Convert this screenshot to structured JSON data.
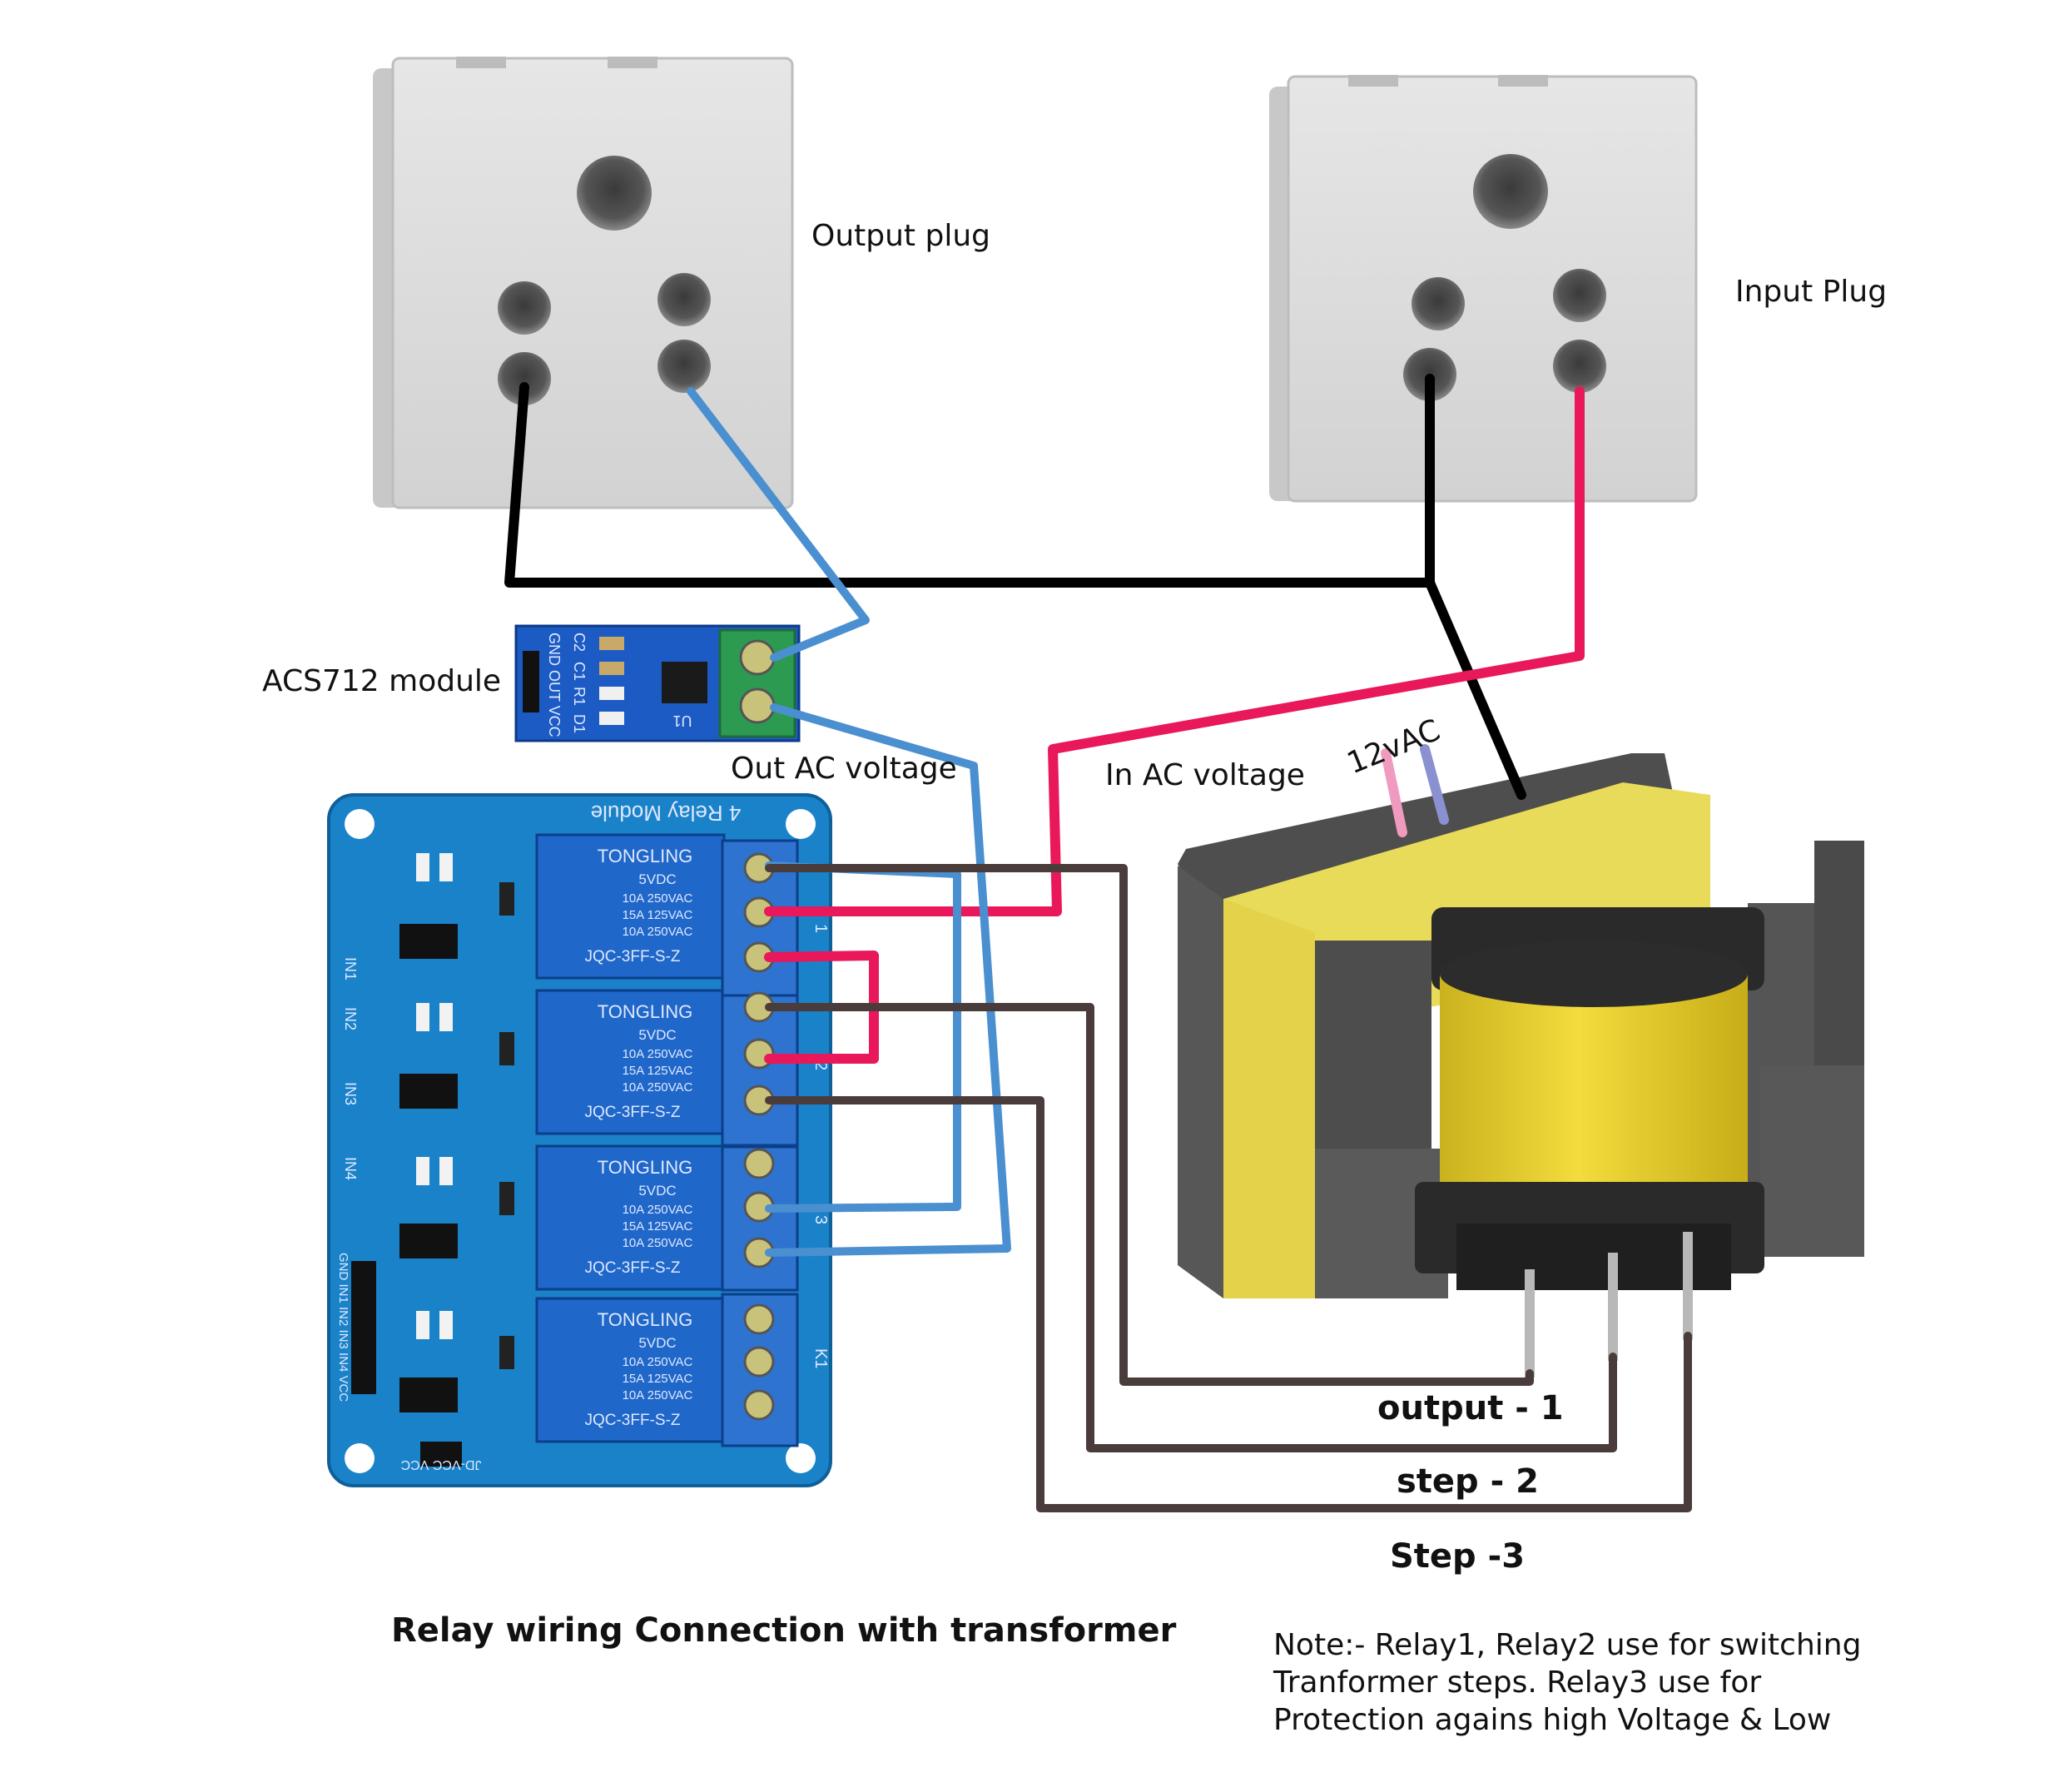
{
  "labels": {
    "output_plug": "Output plug",
    "input_plug": "Input Plug",
    "acs712": "ACS712 module",
    "out_ac": "Out AC voltage",
    "in_ac": "In AC voltage",
    "vac12": "12vAC",
    "output1": "output - 1",
    "step2": "step - 2",
    "step3": "Step -3",
    "title": "Relay wiring Connection with transformer",
    "note_line1": "Note:- Relay1, Relay2 use for switching",
    "note_line2": "Tranformer steps. Relay3 use for",
    "note_line3": "Protection agains high Voltage & Low"
  },
  "relay_board": {
    "title": "4 Relay Module",
    "relays": [
      {
        "brand": "TONGLING",
        "coil": "5VDC",
        "r1": "10A 250VAC",
        "r2": "15A 125VAC",
        "r3": "10A 250VAC",
        "model": "JQC-3FF-S-Z"
      },
      {
        "brand": "TONGLING",
        "coil": "5VDC",
        "r1": "10A 250VAC",
        "r2": "15A 125VAC",
        "r3": "10A 250VAC",
        "model": "JQC-3FF-S-Z"
      },
      {
        "brand": "TONGLING",
        "coil": "5VDC",
        "r1": "10A 250VAC",
        "r2": "15A 125VAC",
        "r3": "10A 250VAC",
        "model": "JQC-3FF-S-Z"
      },
      {
        "brand": "TONGLING",
        "coil": "5VDC",
        "r1": "10A 250VAC",
        "r2": "15A 125VAC",
        "r3": "10A 250VAC",
        "model": "JQC-3FF-S-Z"
      }
    ],
    "inputs": [
      "IN1",
      "IN2",
      "IN3",
      "IN4"
    ],
    "header": "GND IN1 IN2 IN3 IN4 VCC",
    "jumper": "JD-VCC VCC",
    "k_labels": [
      "1",
      "2",
      "3",
      "K1"
    ]
  },
  "acs_board": {
    "pins": "GND OUT VCC",
    "parts": [
      "C2",
      "C1",
      "R1",
      "D1",
      "U1"
    ]
  },
  "colors": {
    "wire_black": "#000000",
    "wire_blue": "#4a8fd0",
    "wire_red": "#e8185a",
    "wire_brown": "#4a3c3a",
    "wire_pink": "#f09ac0",
    "wire_violet": "#8a90d0",
    "relay_pcb": "#1a82c8",
    "acs_pcb": "#1c5bc4",
    "relay_body": "#1f67c9",
    "transformer_yellow": "#ecdf5a",
    "transformer_core": "#5a5a5a"
  }
}
